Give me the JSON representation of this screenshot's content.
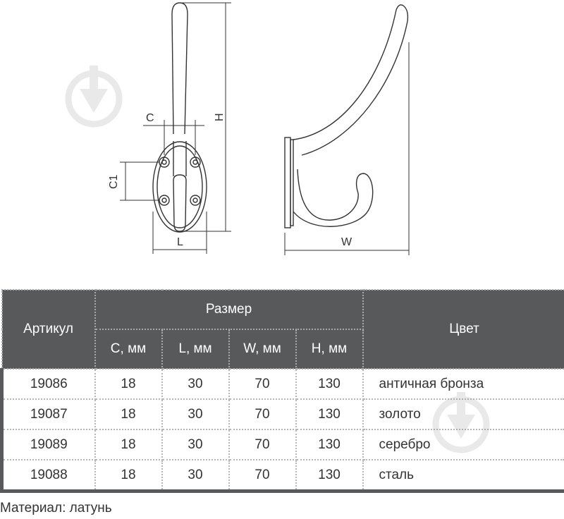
{
  "drawing": {
    "front_labels": {
      "c": "C",
      "h": "H",
      "c1": "C1",
      "l": "L"
    },
    "side_labels": {
      "w": "W"
    }
  },
  "table": {
    "header": {
      "article": "Артикул",
      "size_group": "Размер",
      "color": "Цвет",
      "size_columns": [
        "C, мм",
        "L, мм",
        "W, мм",
        "H, мм"
      ]
    },
    "rows": [
      {
        "article": "19086",
        "c": "18",
        "l": "30",
        "w": "70",
        "h": "130",
        "color": "античная бронза"
      },
      {
        "article": "19087",
        "c": "18",
        "l": "30",
        "w": "70",
        "h": "130",
        "color": "золото"
      },
      {
        "article": "19089",
        "c": "18",
        "l": "30",
        "w": "70",
        "h": "130",
        "color": "серебро"
      },
      {
        "article": "19088",
        "c": "18",
        "l": "30",
        "w": "70",
        "h": "130",
        "color": "сталь"
      }
    ]
  },
  "footer": {
    "material": "Материал: латунь"
  },
  "colors": {
    "header_bg": "#58595b",
    "header_text": "#ffffff",
    "line": "#333333"
  }
}
